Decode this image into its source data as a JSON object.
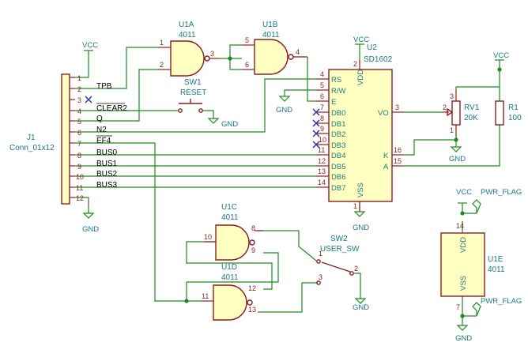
{
  "components": {
    "u1a": {
      "ref": "U1A",
      "value": "4011",
      "pins": [
        "1",
        "2",
        "3"
      ]
    },
    "u1b": {
      "ref": "U1B",
      "value": "4011",
      "pins": [
        "5",
        "6",
        "4"
      ]
    },
    "u1c": {
      "ref": "U1C",
      "value": "4011",
      "pins": [
        "10",
        "9",
        "8"
      ]
    },
    "u1d": {
      "ref": "U1D",
      "value": "4011",
      "pins": [
        "12",
        "11",
        "13"
      ]
    },
    "u1e": {
      "ref": "U1E",
      "value": "4011",
      "pins": [
        "14",
        "7"
      ],
      "pin_names": [
        "VDD",
        "VSS"
      ]
    },
    "u2": {
      "ref": "U2",
      "value": "SD1602",
      "left_pins": [
        {
          "num": "4",
          "name": "RS"
        },
        {
          "num": "5",
          "name": "R/W"
        },
        {
          "num": "6",
          "name": "E"
        },
        {
          "num": "7",
          "name": "DB0"
        },
        {
          "num": "8",
          "name": "DB1"
        },
        {
          "num": "9",
          "name": "DB2"
        },
        {
          "num": "10",
          "name": "DB3"
        },
        {
          "num": "11",
          "name": "DB4"
        },
        {
          "num": "12",
          "name": "DB5"
        },
        {
          "num": "13",
          "name": "DB6"
        },
        {
          "num": "14",
          "name": "DB7"
        }
      ],
      "right_pins": [
        {
          "num": "3",
          "name": "VO"
        },
        {
          "num": "16",
          "name": "K"
        },
        {
          "num": "15",
          "name": "A"
        }
      ],
      "top_pin": {
        "num": "2",
        "name": "VDD"
      },
      "bottom_pin": {
        "num": "1",
        "name": "VSS"
      }
    },
    "j1": {
      "ref": "J1",
      "value": "Conn_01x12",
      "pins": [
        "1",
        "2",
        "3",
        "4",
        "5",
        "6",
        "7",
        "8",
        "9",
        "10",
        "11",
        "12"
      ]
    },
    "sw1": {
      "ref": "SW1",
      "value": "RESET"
    },
    "sw2": {
      "ref": "SW2",
      "value": "USER_SW",
      "pins": [
        "1",
        "2",
        "3"
      ]
    },
    "rv1": {
      "ref": "RV1",
      "value": "20K",
      "pins": [
        "1",
        "2",
        "3"
      ]
    },
    "r1": {
      "ref": "R1",
      "value": "100"
    }
  },
  "nets": {
    "tpb": "TPB",
    "clear2": "CLEAR2",
    "q": "Q",
    "n2": "N2",
    "ef4": "EF4",
    "bus0": "BUS0",
    "bus1": "BUS1",
    "bus2": "BUS2",
    "bus3": "BUS3"
  },
  "power": {
    "vcc": "VCC",
    "gnd": "GND",
    "pwr_flag": "PWR_FLAG"
  }
}
